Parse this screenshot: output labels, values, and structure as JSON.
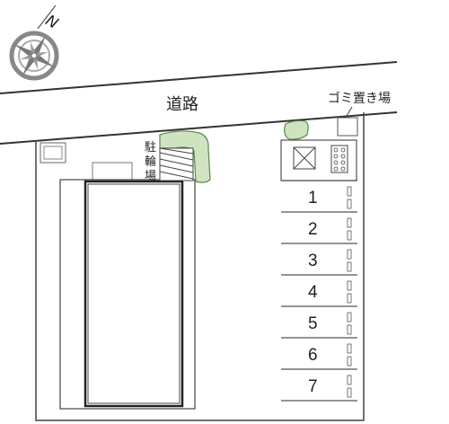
{
  "road_label": "道路",
  "bike_parking_label": [
    "駐",
    "輪",
    "場"
  ],
  "garbage_label": "ゴミ置き場",
  "compass_letter": "N",
  "parking_numbers": [
    "1",
    "2",
    "3",
    "4",
    "5",
    "6",
    "7"
  ],
  "colors": {
    "line": "#555555",
    "greenery": "#cfe3c0",
    "greenery_stroke": "#5a8a4a",
    "compass_fill": "#888888"
  },
  "icons": {
    "compass": "compass-rose-icon",
    "meter": "utility-meter-icon",
    "drain": "drain-grate-icon"
  }
}
